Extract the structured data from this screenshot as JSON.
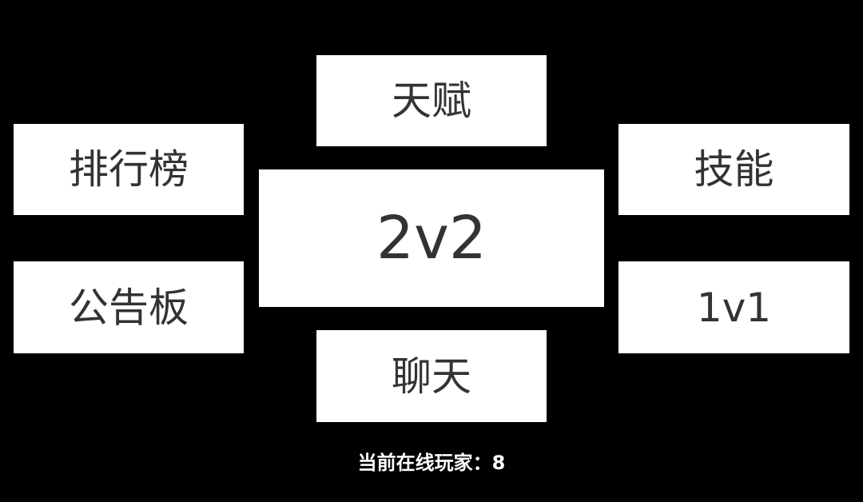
{
  "menu": {
    "talent": "天赋",
    "leaderboard": "排行榜",
    "skills": "技能",
    "mode_2v2": "2v2",
    "notice_board": "公告板",
    "mode_1v1": "1v1",
    "chat": "聊天"
  },
  "status": {
    "online_label": "当前在线玩家：",
    "online_count": "8"
  },
  "colors": {
    "background": "#000000",
    "button_background": "#ffffff",
    "button_text": "#333333",
    "status_text": "#ffffff"
  }
}
